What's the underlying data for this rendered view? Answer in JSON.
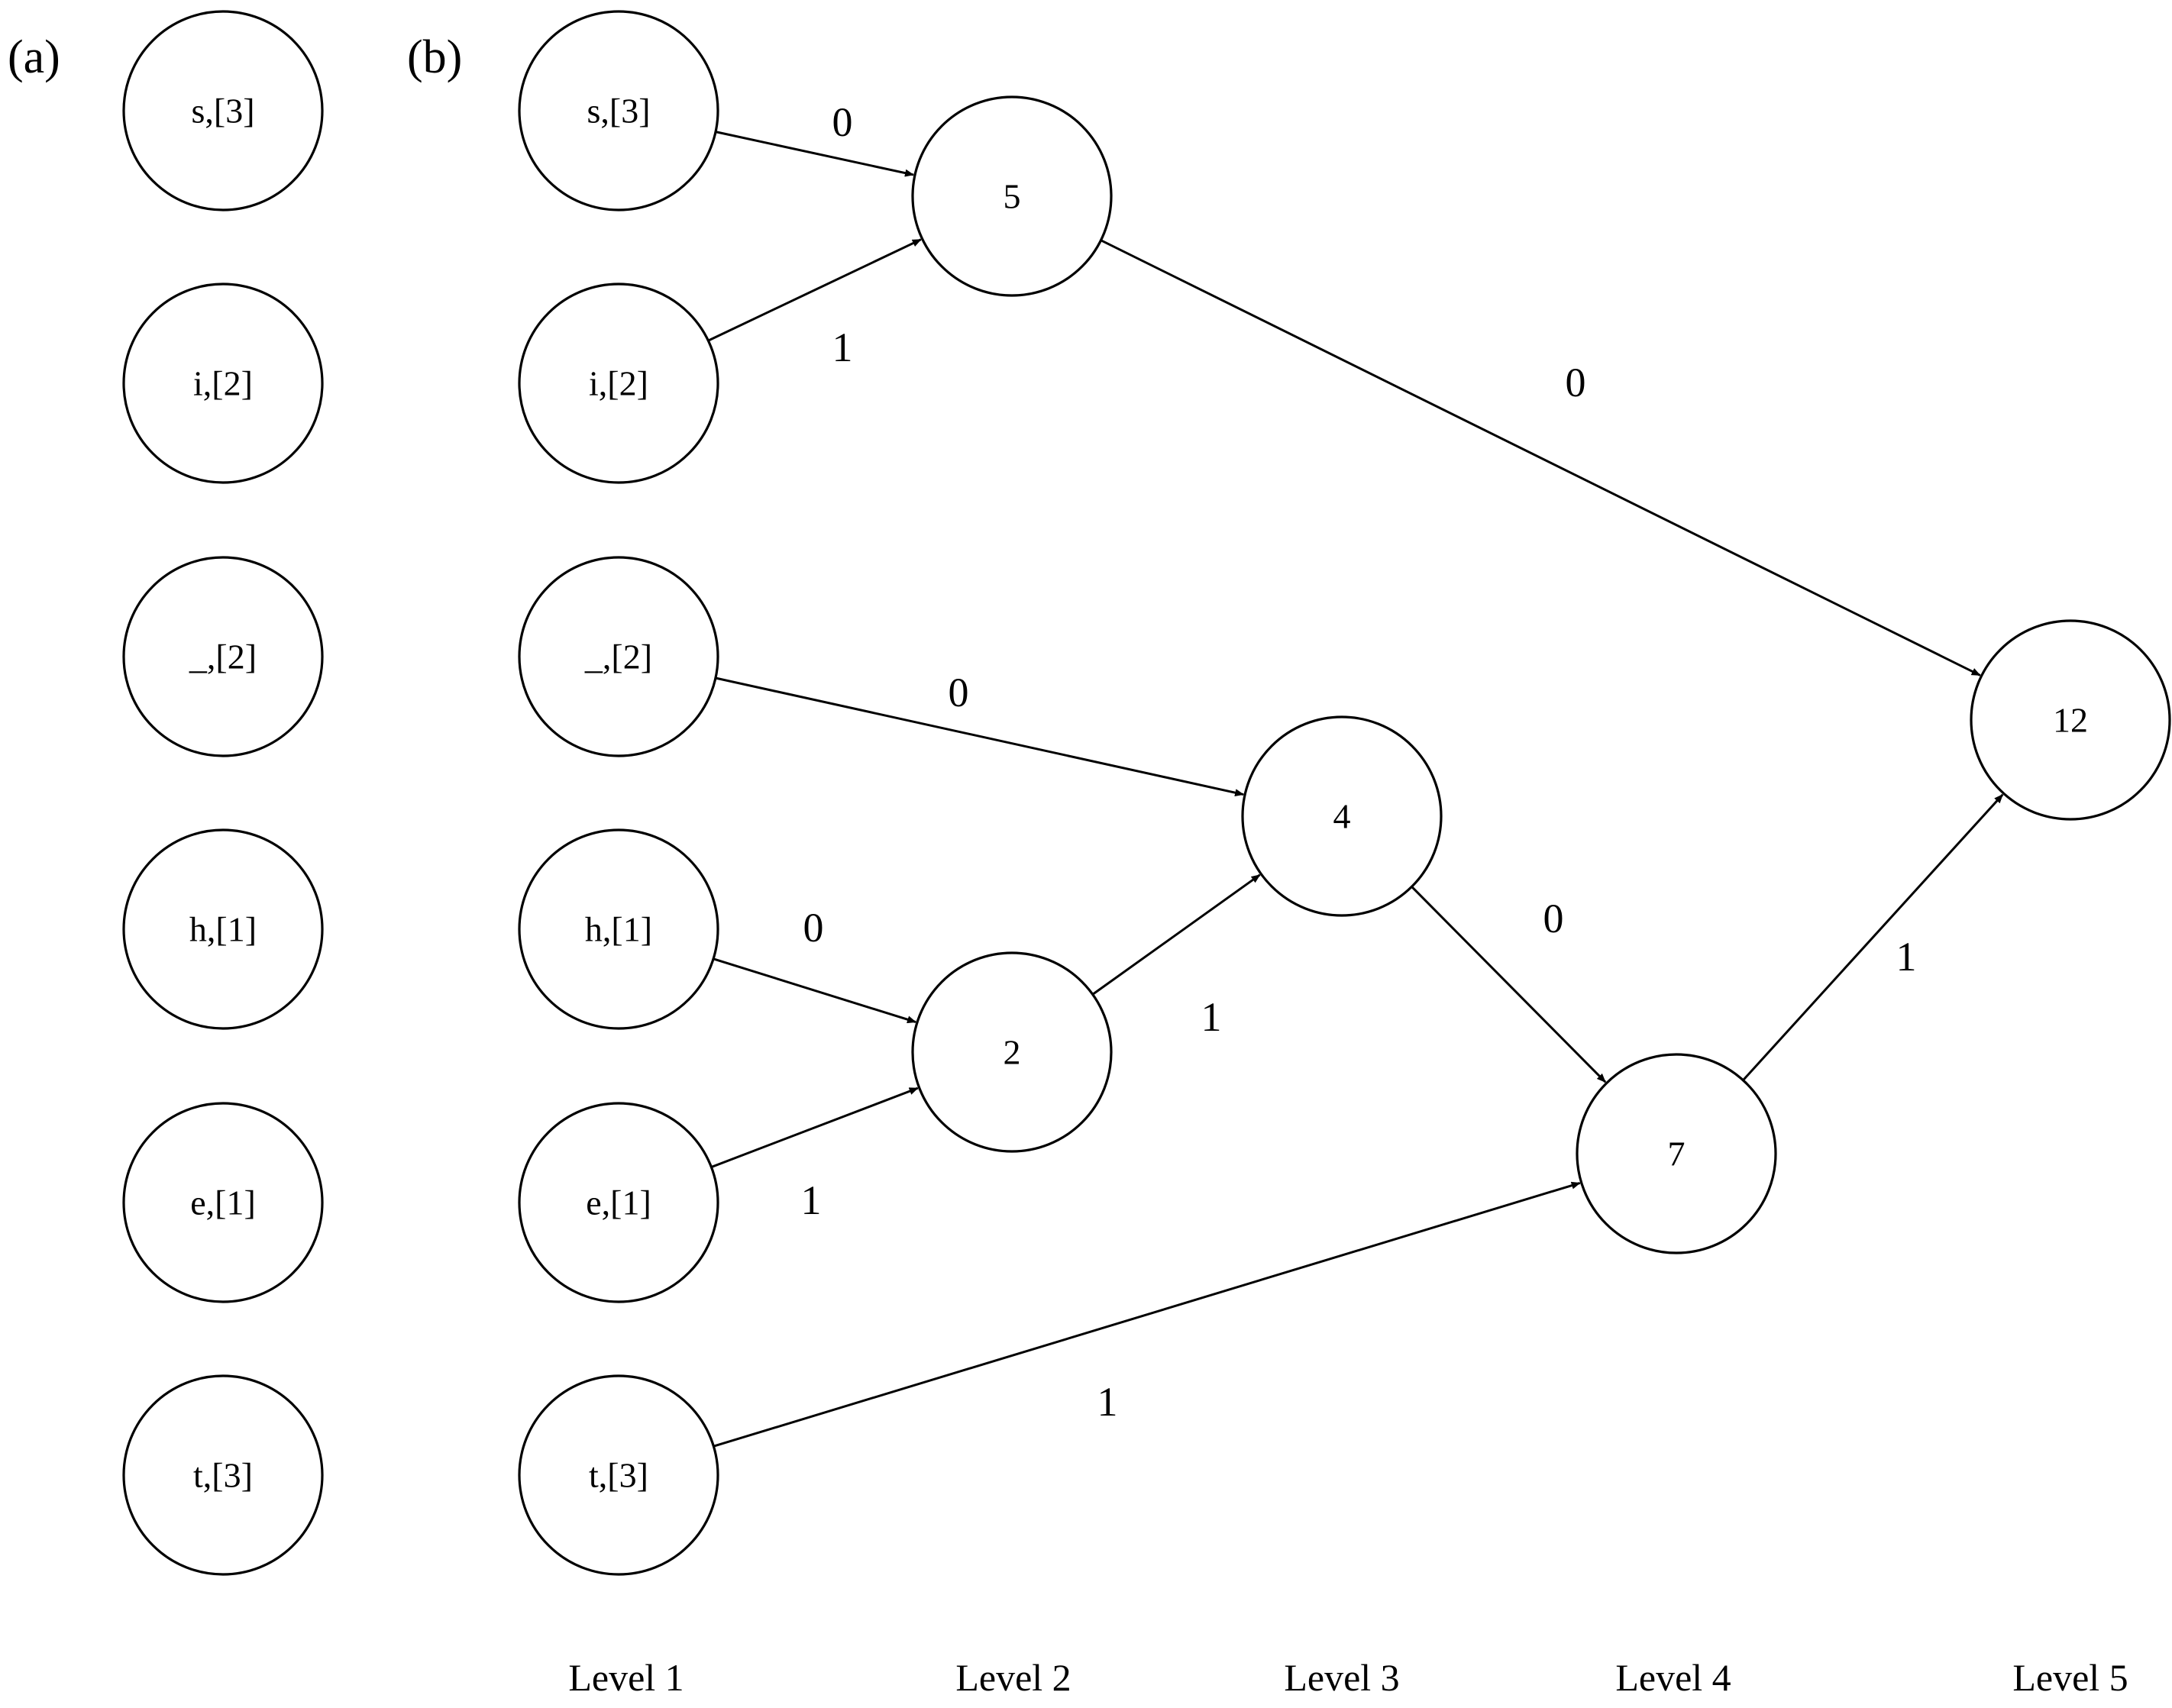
{
  "panels": {
    "a": "(a)",
    "b": "(b)"
  },
  "panel_a_nodes": [
    {
      "id": "a_s",
      "label": "s,[3]"
    },
    {
      "id": "a_i",
      "label": "i,[2]"
    },
    {
      "id": "a_us",
      "label": "_,[2]"
    },
    {
      "id": "a_h",
      "label": "h,[1]"
    },
    {
      "id": "a_e",
      "label": "e,[1]"
    },
    {
      "id": "a_t",
      "label": "t,[3]"
    }
  ],
  "panel_b_nodes": [
    {
      "id": "b_s",
      "label": "s,[3]"
    },
    {
      "id": "b_i",
      "label": "i,[2]"
    },
    {
      "id": "b_us",
      "label": "_,[2]"
    },
    {
      "id": "b_h",
      "label": "h,[1]"
    },
    {
      "id": "b_e",
      "label": "e,[1]"
    },
    {
      "id": "b_t",
      "label": "t,[3]"
    },
    {
      "id": "n5",
      "label": "5"
    },
    {
      "id": "n2",
      "label": "2"
    },
    {
      "id": "n4",
      "label": "4"
    },
    {
      "id": "n7",
      "label": "7"
    },
    {
      "id": "n12",
      "label": "12"
    }
  ],
  "edges": [
    {
      "from": "b_s",
      "to": "n5",
      "label": "0"
    },
    {
      "from": "b_i",
      "to": "n5",
      "label": "1"
    },
    {
      "from": "b_h",
      "to": "n2",
      "label": "0"
    },
    {
      "from": "b_e",
      "to": "n2",
      "label": "1"
    },
    {
      "from": "b_us",
      "to": "n4",
      "label": "0"
    },
    {
      "from": "n2",
      "to": "n4",
      "label": "1"
    },
    {
      "from": "n4",
      "to": "n7",
      "label": "0"
    },
    {
      "from": "b_t",
      "to": "n7",
      "label": "1"
    },
    {
      "from": "n5",
      "to": "n12",
      "label": "0"
    },
    {
      "from": "n7",
      "to": "n12",
      "label": "1"
    }
  ],
  "levels": [
    "Level 1",
    "Level 2",
    "Level 3",
    "Level 4",
    "Level 5"
  ]
}
